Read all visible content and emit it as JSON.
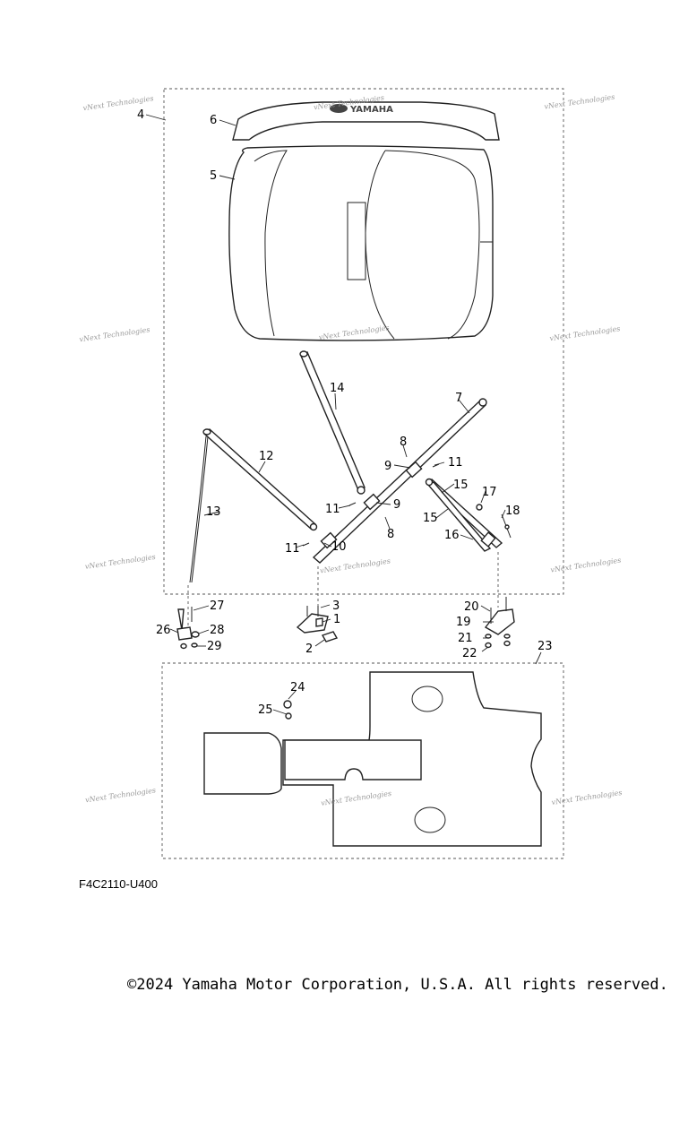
{
  "diagram": {
    "ref_code": "F4C2110-U400",
    "copyright": "©2024 Yamaha Motor Corporation, U.S.A. All rights reserved.",
    "watermark": "vNext Technologies",
    "logo_text": "YAMAHA",
    "callouts": [
      "1",
      "2",
      "3",
      "4",
      "5",
      "6",
      "7",
      "8",
      "9",
      "10",
      "11",
      "12",
      "13",
      "14",
      "15",
      "16",
      "17",
      "18",
      "19",
      "20",
      "21",
      "22",
      "23",
      "24",
      "25",
      "26",
      "27",
      "28",
      "29"
    ]
  }
}
